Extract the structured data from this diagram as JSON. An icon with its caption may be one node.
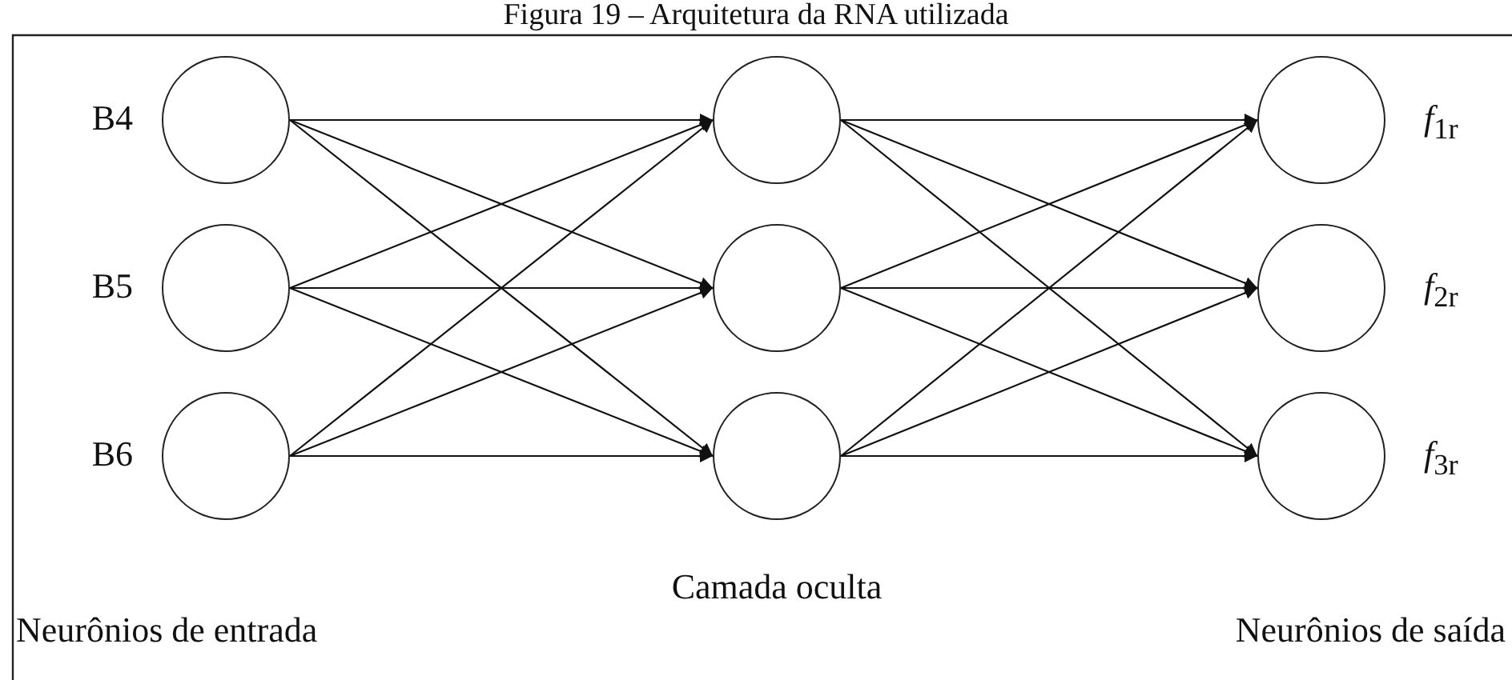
{
  "diagram": {
    "title": "Figura 19 – Arquitetura da RNA utilizada",
    "nodes": [
      {
        "text": [],
        "shape": "circle",
        "beside": [
          "B4"
        ]
      },
      {
        "text": [],
        "shape": "circle",
        "beside": [
          "B5"
        ]
      },
      {
        "text": [],
        "shape": "circle",
        "beside": [
          "B6"
        ]
      },
      {
        "text": [],
        "shape": "circle"
      },
      {
        "text": [],
        "shape": "circle"
      },
      {
        "text": [],
        "shape": "circle"
      },
      {
        "text": [],
        "shape": "circle",
        "beside": [
          "*f*$_{1r}$"
        ]
      },
      {
        "text": [],
        "shape": "circle",
        "beside": [
          "*f*$_{2r}$"
        ]
      },
      {
        "text": [],
        "shape": "circle",
        "beside": [
          "*f*$_{3r}$"
        ]
      }
    ],
    "edges": [
      {
        "from": 0,
        "to": 3,
        "arrow": "to"
      },
      {
        "from": 0,
        "to": 4,
        "arrow": "to"
      },
      {
        "from": 0,
        "to": 5,
        "arrow": "to"
      },
      {
        "from": 1,
        "to": 3,
        "arrow": "to"
      },
      {
        "from": 1,
        "to": 4,
        "arrow": "to"
      },
      {
        "from": 1,
        "to": 5,
        "arrow": "to"
      },
      {
        "from": 2,
        "to": 3,
        "arrow": "to"
      },
      {
        "from": 2,
        "to": 4,
        "arrow": "to"
      },
      {
        "from": 2,
        "to": 5,
        "arrow": "to"
      },
      {
        "from": 3,
        "to": 6,
        "arrow": "to"
      },
      {
        "from": 3,
        "to": 7,
        "arrow": "to"
      },
      {
        "from": 3,
        "to": 8,
        "arrow": "to"
      },
      {
        "from": 4,
        "to": 6,
        "arrow": "to"
      },
      {
        "from": 4,
        "to": 7,
        "arrow": "to"
      },
      {
        "from": 4,
        "to": 8,
        "arrow": "to"
      },
      {
        "from": 5,
        "to": 6,
        "arrow": "to"
      },
      {
        "from": 5,
        "to": 7,
        "arrow": "to"
      },
      {
        "from": 5,
        "to": 8,
        "arrow": "to"
      }
    ],
    "labels": [
      "Camada oculta",
      "Neurônios de entrada",
      "Neurônios de saída"
    ]
  }
}
